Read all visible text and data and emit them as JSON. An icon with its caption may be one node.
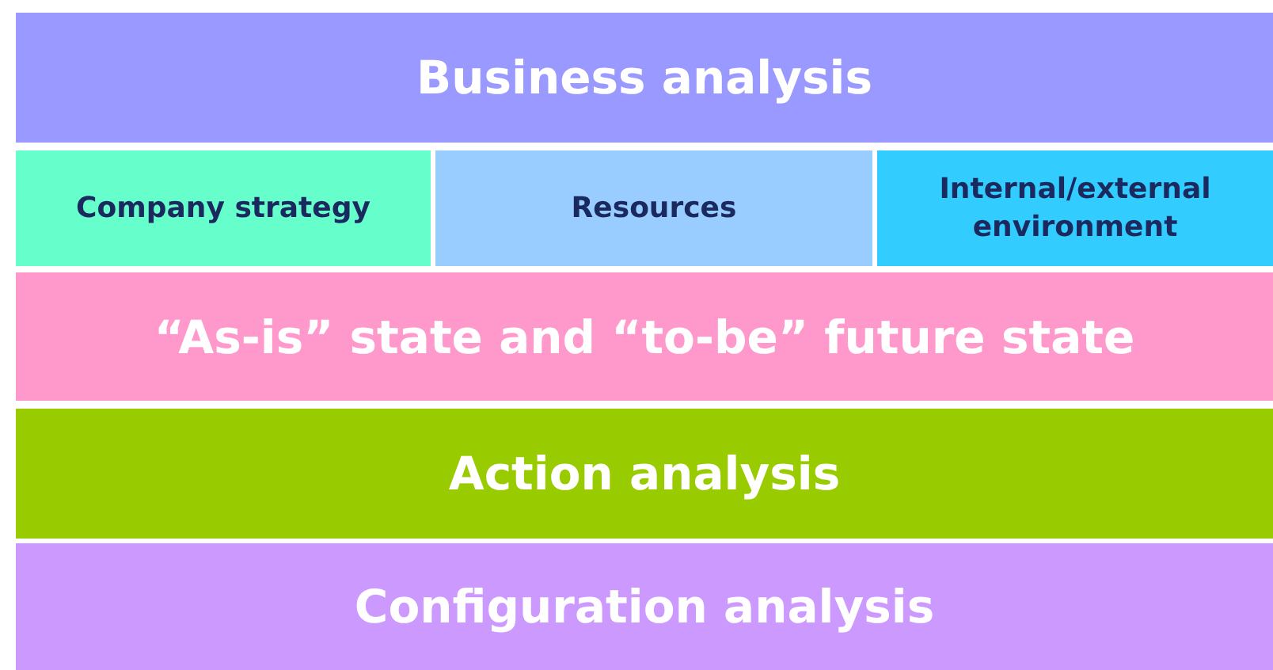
{
  "diagram": {
    "nodes": [
      {
        "text": [
          "Business analysis"
        ]
      },
      {
        "text": [
          "Company strategy"
        ]
      },
      {
        "text": [
          "Resources"
        ]
      },
      {
        "text": [
          "Internal/external environment"
        ]
      },
      {
        "text": [
          "“As-is” state and “to-be” future state"
        ]
      },
      {
        "text": [
          "Action analysis"
        ]
      },
      {
        "text": [
          "Configuration analysis"
        ]
      }
    ]
  }
}
